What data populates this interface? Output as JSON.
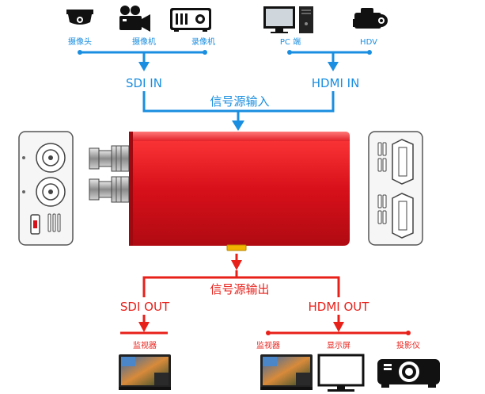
{
  "input_sources": {
    "left": [
      {
        "label": "摄像头",
        "icon": "dome-camera-icon"
      },
      {
        "label": "摄像机",
        "icon": "video-camera-icon"
      },
      {
        "label": "录像机",
        "icon": "recorder-icon"
      }
    ],
    "right": [
      {
        "label": "PC 端",
        "icon": "desktop-pc-icon"
      },
      {
        "label": "HDV",
        "icon": "camcorder-icon"
      }
    ]
  },
  "inputs": {
    "sdi_in": "SDI IN",
    "hdmi_in": "HDMI IN",
    "merge_label": "信号源输入"
  },
  "outputs": {
    "merge_label": "信号源输出",
    "sdi_out": "SDI OUT",
    "hdmi_out": "HDMI OUT"
  },
  "output_devices": {
    "sdi": [
      {
        "label": "监视器",
        "icon": "monitor-icon"
      }
    ],
    "hdmi": [
      {
        "label": "监视器",
        "icon": "monitor-icon"
      },
      {
        "label": "显示屏",
        "icon": "display-icon"
      },
      {
        "label": "投影仪",
        "icon": "projector-icon"
      }
    ]
  },
  "colors": {
    "input_line": "#1a8ee0",
    "output_line": "#e8201a",
    "device_body": "#d8101a",
    "arrow_input": "#1a8ee0",
    "arrow_output": "#e8201a"
  }
}
